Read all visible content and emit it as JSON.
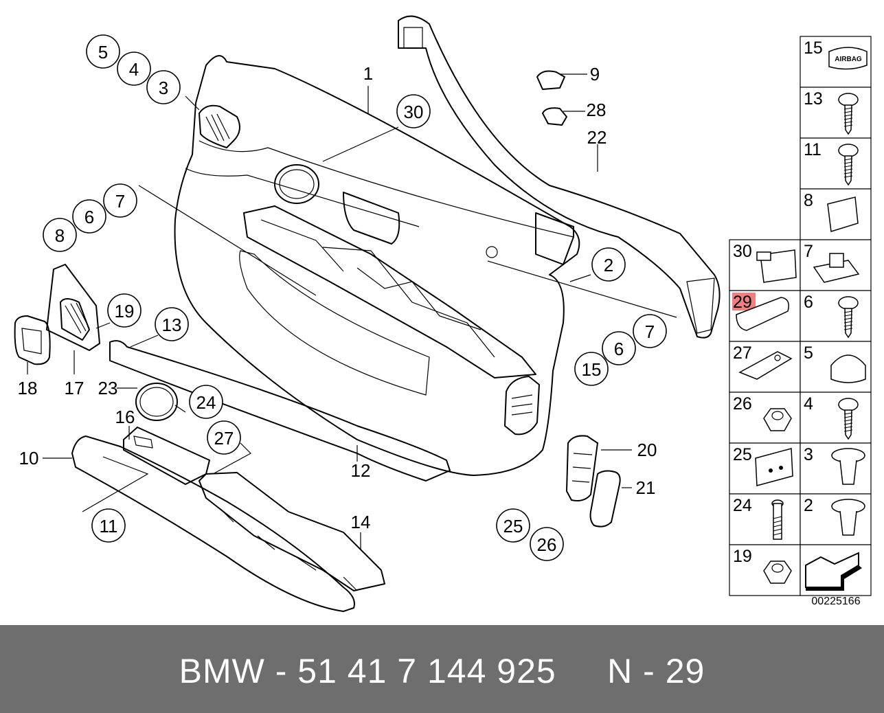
{
  "diagram": {
    "ref_code": "00225166",
    "bubbles": [
      {
        "label": "5"
      },
      {
        "label": "4"
      },
      {
        "label": "3"
      },
      {
        "label": "7"
      },
      {
        "label": "6"
      },
      {
        "label": "8"
      },
      {
        "label": "19"
      },
      {
        "label": "13"
      },
      {
        "label": "30"
      },
      {
        "label": "2"
      },
      {
        "label": "7"
      },
      {
        "label": "6"
      },
      {
        "label": "15"
      },
      {
        "label": "24"
      },
      {
        "label": "27"
      },
      {
        "label": "11"
      },
      {
        "label": "25"
      },
      {
        "label": "26"
      }
    ],
    "labels": [
      {
        "label": "1"
      },
      {
        "label": "9"
      },
      {
        "label": "28"
      },
      {
        "label": "22"
      },
      {
        "label": "18"
      },
      {
        "label": "17"
      },
      {
        "label": "23"
      },
      {
        "label": "16"
      },
      {
        "label": "10"
      },
      {
        "label": "12"
      },
      {
        "label": "14"
      },
      {
        "label": "20"
      },
      {
        "label": "21"
      }
    ],
    "grid": [
      {
        "num": "15",
        "highlight": false,
        "icon": "airbag-badge-icon",
        "badge": "AIRBAG"
      },
      {
        "num": "13",
        "highlight": false,
        "icon": "screw-icon"
      },
      {
        "num": "11",
        "highlight": false,
        "icon": "screw-icon"
      },
      {
        "num": "8",
        "highlight": false,
        "icon": "cover-cap-icon"
      },
      {
        "num": "30",
        "highlight": false,
        "icon": "clip-icon"
      },
      {
        "num": "7",
        "highlight": false,
        "icon": "expanding-nut-icon"
      },
      {
        "num": "29",
        "highlight": true,
        "icon": "cover-pad-icon"
      },
      {
        "num": "6",
        "highlight": false,
        "icon": "screw-icon"
      },
      {
        "num": "27",
        "highlight": false,
        "icon": "spring-clip-icon"
      },
      {
        "num": "5",
        "highlight": false,
        "icon": "cap-icon"
      },
      {
        "num": "26",
        "highlight": false,
        "icon": "hex-nut-icon"
      },
      {
        "num": "4",
        "highlight": false,
        "icon": "screw-icon"
      },
      {
        "num": "25",
        "highlight": false,
        "icon": "plate-icon"
      },
      {
        "num": "3",
        "highlight": false,
        "icon": "expanding-rivet-icon"
      },
      {
        "num": "24",
        "highlight": false,
        "icon": "bolt-icon"
      },
      {
        "num": "2",
        "highlight": false,
        "icon": "expanding-rivet-icon"
      },
      {
        "num": "19",
        "highlight": false,
        "icon": "hex-nut-icon"
      },
      {
        "num": "",
        "highlight": false,
        "icon": "arrow-icon"
      }
    ],
    "highlight_color": "#f08080"
  },
  "footer": {
    "caption": "BMW - 51 41 7 144 925     N - 29"
  }
}
